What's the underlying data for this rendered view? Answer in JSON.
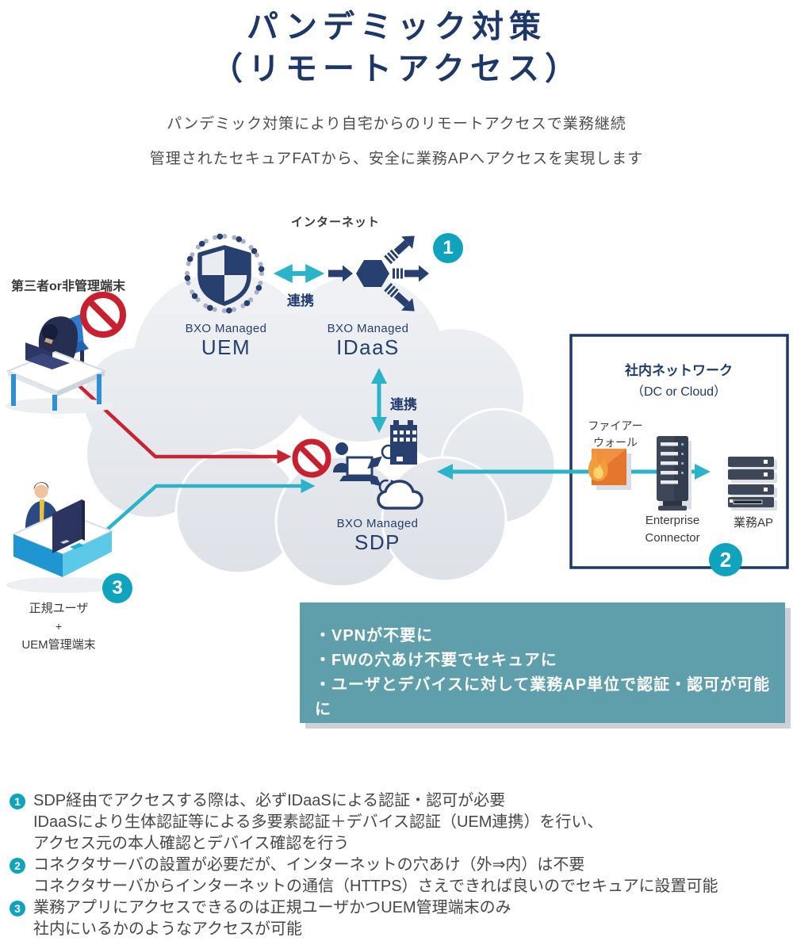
{
  "title": {
    "line1": "パンデミック対策",
    "line2": "（リモートアクセス）"
  },
  "subtitle": {
    "line1": "パンデミック対策により自宅からのリモートアクセスで業務継続",
    "line2": "管理されたセキュアFATから、安全に業務APへアクセスを実現します"
  },
  "diagram": {
    "internet_label": "インターネット",
    "uem": {
      "brand": "BXO Managed",
      "name": "UEM"
    },
    "idaas": {
      "brand": "BXO Managed",
      "name": "IDaaS"
    },
    "sdp": {
      "brand": "BXO Managed",
      "name": "SDP"
    },
    "link_label_top": "連携",
    "link_label_mid": "連携",
    "unmanaged_label": "第三者or非管理端末",
    "managed_user": {
      "line1": "正規ユーザ",
      "line2": "+",
      "line3": "UEM管理端末"
    },
    "internal_network": {
      "title": "社内ネットワーク",
      "subtitle": "（DC or Cloud）",
      "firewall_line1": "ファイアー",
      "firewall_line2": "ウォール",
      "connector_line1": "Enterprise",
      "connector_line2": "Connector",
      "server_label": "業務AP"
    },
    "badges": {
      "b1": "1",
      "b2": "2",
      "b3": "3"
    }
  },
  "benefits": {
    "lines": [
      "・VPNが不要に",
      "・FWの穴あけ不要でセキュアに",
      "・ユーザとデバイスに対して業務AP単位で認証・認可が可能に"
    ]
  },
  "notes": [
    {
      "num": "1",
      "lines": [
        "SDP経由でアクセスする際は、必ずIDaaSによる認証・認可が必要",
        "IDaaSにより生体認証等による多要素認証＋デバイス認証（UEM連携）を行い、",
        "アクセス元の本人確認とデバイス確認を行う"
      ]
    },
    {
      "num": "2",
      "lines": [
        "コネクタサーバの設置が必要だが、インターネットの穴あけ（外⇒内）は不要",
        "コネクタサーバからインターネットの通信（HTTPS）さえできれば良いのでセキュアに設置可能"
      ]
    },
    {
      "num": "3",
      "lines": [
        "業務アプリにアクセスできるのは正規ユーザかつUEM管理端末のみ",
        "社内にいるかのようなアクセスが可能"
      ]
    }
  ],
  "colors": {
    "navy": "#1d3768",
    "accent_teal": "#0fa3bd",
    "arrow_teal": "#2ab3c9",
    "alert_red": "#c62430",
    "benefits_box": "#5f9eab"
  }
}
